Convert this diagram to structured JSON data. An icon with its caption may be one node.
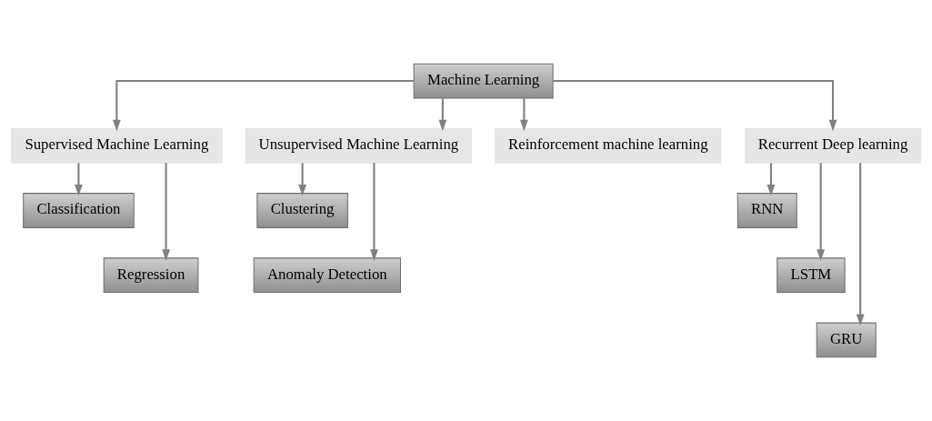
{
  "diagram": {
    "nodes": [
      {
        "text": [
          "Machine Learning"
        ]
      },
      {
        "text": [
          "Supervised Machine Learning"
        ]
      },
      {
        "text": [
          "Unsupervised Machine Learning"
        ]
      },
      {
        "text": [
          "Reinforcement machine learning"
        ]
      },
      {
        "text": [
          "Recurrent Deep learning"
        ]
      },
      {
        "text": [
          "Classification"
        ]
      },
      {
        "text": [
          "Regression"
        ]
      },
      {
        "text": [
          "Clustering"
        ]
      },
      {
        "text": [
          "Anomaly Detection"
        ]
      },
      {
        "text": [
          "RNN"
        ]
      },
      {
        "text": [
          "LSTM"
        ]
      },
      {
        "text": [
          "GRU"
        ]
      }
    ],
    "edges": [
      {
        "from": 0,
        "to": 1,
        "arrow": "to"
      },
      {
        "from": 0,
        "to": 2,
        "arrow": "to"
      },
      {
        "from": 0,
        "to": 3,
        "arrow": "to"
      },
      {
        "from": 0,
        "to": 4,
        "arrow": "to"
      },
      {
        "from": 1,
        "to": 5,
        "arrow": "to"
      },
      {
        "from": 1,
        "to": 6,
        "arrow": "to"
      },
      {
        "from": 2,
        "to": 7,
        "arrow": "to"
      },
      {
        "from": 2,
        "to": 8,
        "arrow": "to"
      },
      {
        "from": 4,
        "to": 9,
        "arrow": "to"
      },
      {
        "from": 4,
        "to": 10,
        "arrow": "to"
      },
      {
        "from": 4,
        "to": 11,
        "arrow": "to"
      }
    ]
  }
}
